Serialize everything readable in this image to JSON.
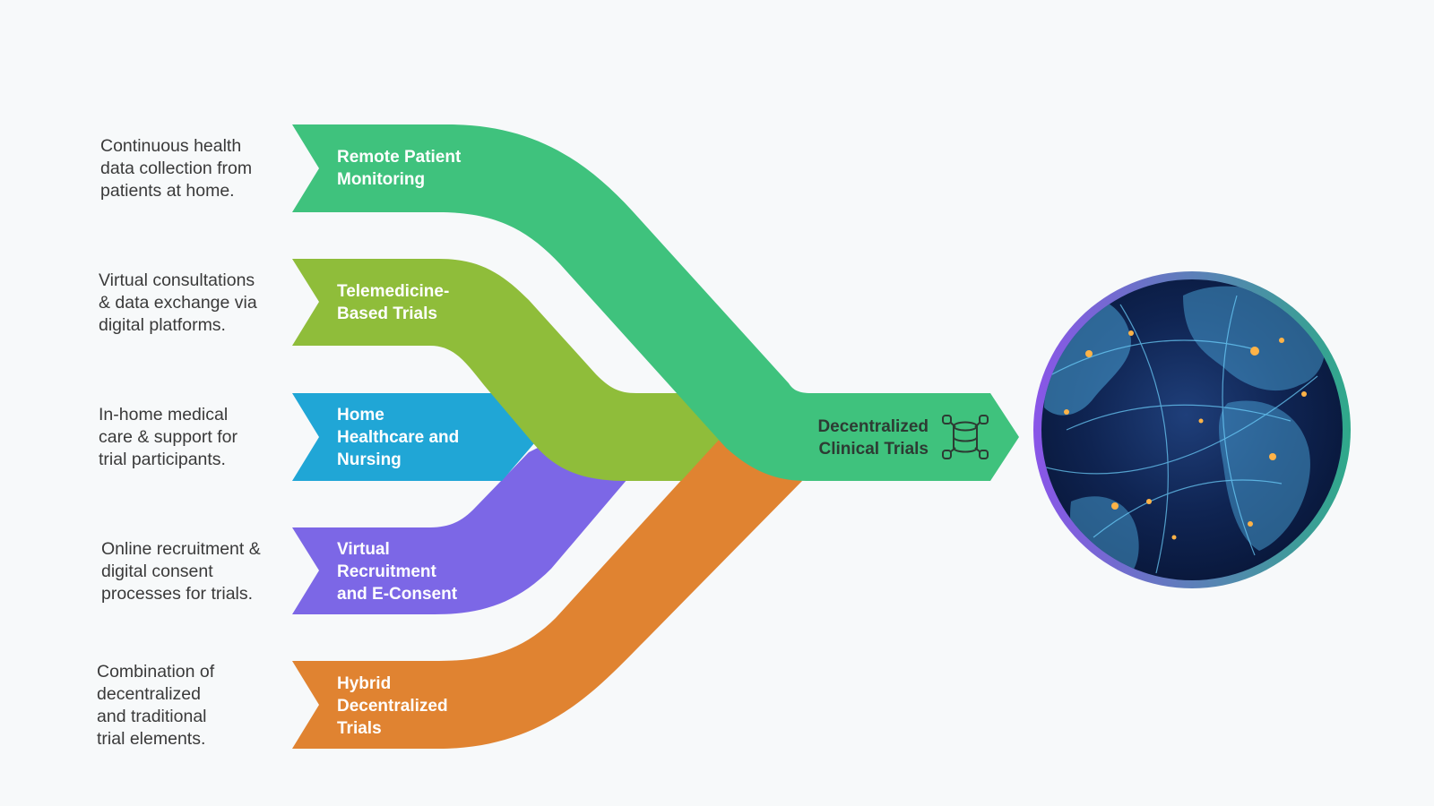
{
  "streams": [
    {
      "label": "Remote Patient\nMonitoring",
      "description": "Continuous health\ndata collection from\npatients at home.",
      "color": "#3fc27d"
    },
    {
      "label": "Telemedicine-\nBased Trials",
      "description": "Virtual consultations\n& data exchange via\ndigital platforms.",
      "color": "#8fbd3a"
    },
    {
      "label": "Home\nHealthcare and\nNursing",
      "description": "In-home medical\ncare & support for\ntrial participants.",
      "color": "#20a6d6"
    },
    {
      "label": "Virtual\nRecruitment\nand E-Consent",
      "description": "Online recruitment &\ndigital consent\nprocesses for trials.",
      "color": "#7c67e6"
    },
    {
      "label": "Hybrid\nDecentralized\nTrials",
      "description": "Combination of\ndecentralized\nand traditional\ntrial elements.",
      "color": "#e08331"
    }
  ],
  "target": {
    "label": "Decentralized\nClinical Trials",
    "icon": "database-network-icon",
    "color": "#3fc27d"
  },
  "image": {
    "name": "globe-network-image",
    "ring_colors": [
      "#8a55e8",
      "#2fa98a"
    ]
  }
}
